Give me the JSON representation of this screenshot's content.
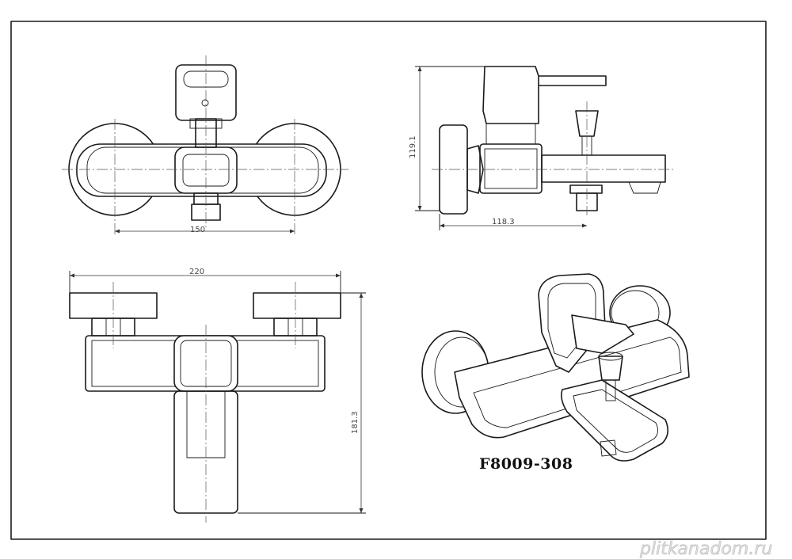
{
  "drawing": {
    "model_code": "F8009-308",
    "watermark": "plitkanadom.ru",
    "dimensions": {
      "top_view_width": "150",
      "side_view_height": "119.1",
      "side_view_depth": "118.3",
      "front_view_width": "220",
      "front_view_height": "181.3"
    }
  }
}
